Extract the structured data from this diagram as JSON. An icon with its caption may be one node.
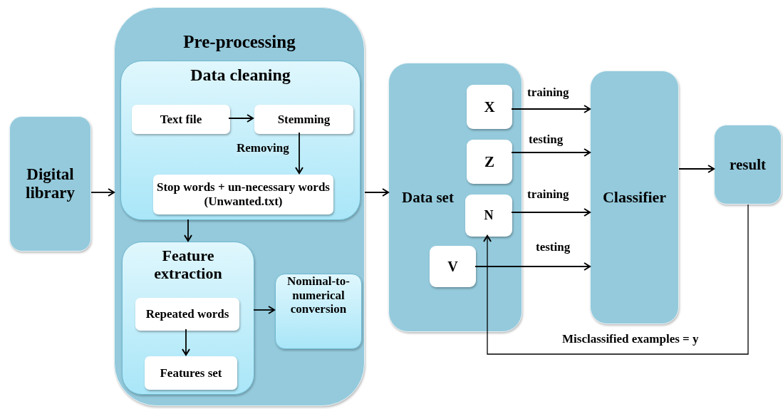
{
  "diagram": {
    "nodes": [
      {
        "text": [
          "Digital library"
        ]
      },
      {
        "text": [
          "Pre-processing"
        ]
      },
      {
        "text": [
          "Data cleaning"
        ],
        "in": 1
      },
      {
        "text": [
          "Text file"
        ],
        "in": 2
      },
      {
        "text": [
          "Stemming"
        ],
        "in": 2
      },
      {
        "text": [
          "Stop words + un-necessary words (Unwanted.txt)"
        ],
        "in": 2
      },
      {
        "text": [
          "Feature extraction"
        ],
        "in": 1
      },
      {
        "text": [
          "Repeated words"
        ],
        "in": 6
      },
      {
        "text": [
          "Features set"
        ],
        "in": 6
      },
      {
        "text": [
          "Nominal-to-numerical conversion"
        ],
        "in": 1
      },
      {
        "text": [
          "Data set"
        ]
      },
      {
        "text": [
          "X"
        ],
        "in": 10
      },
      {
        "text": [
          "Z"
        ],
        "in": 10
      },
      {
        "text": [
          "N"
        ],
        "in": 10
      },
      {
        "text": [
          "V"
        ],
        "in": 10
      },
      {
        "text": [
          "Classifier"
        ]
      },
      {
        "text": [
          "result"
        ]
      }
    ],
    "edges": [
      {
        "from": 0,
        "to": 1,
        "arrow": "to"
      },
      {
        "from": 3,
        "to": 4,
        "arrow": "to"
      },
      {
        "from": 4,
        "to": 5,
        "label": "Removing",
        "arrow": "to"
      },
      {
        "from": 2,
        "to": 6,
        "arrow": "to"
      },
      {
        "from": 7,
        "to": 8,
        "arrow": "to"
      },
      {
        "from": 6,
        "to": 9,
        "arrow": "to"
      },
      {
        "from": 1,
        "to": 10,
        "arrow": "to"
      },
      {
        "from": 11,
        "to": 15,
        "label": "training",
        "arrow": "to"
      },
      {
        "from": 12,
        "to": 15,
        "label": "testing",
        "arrow": "to"
      },
      {
        "from": 13,
        "to": 15,
        "label": "training",
        "arrow": "to"
      },
      {
        "from": 14,
        "to": 15,
        "label": "testing",
        "arrow": "to"
      },
      {
        "from": 15,
        "to": 16,
        "arrow": "to"
      },
      {
        "from": 16,
        "to": 13,
        "label": "Misclassified examples = y",
        "arrow": "to"
      }
    ]
  }
}
